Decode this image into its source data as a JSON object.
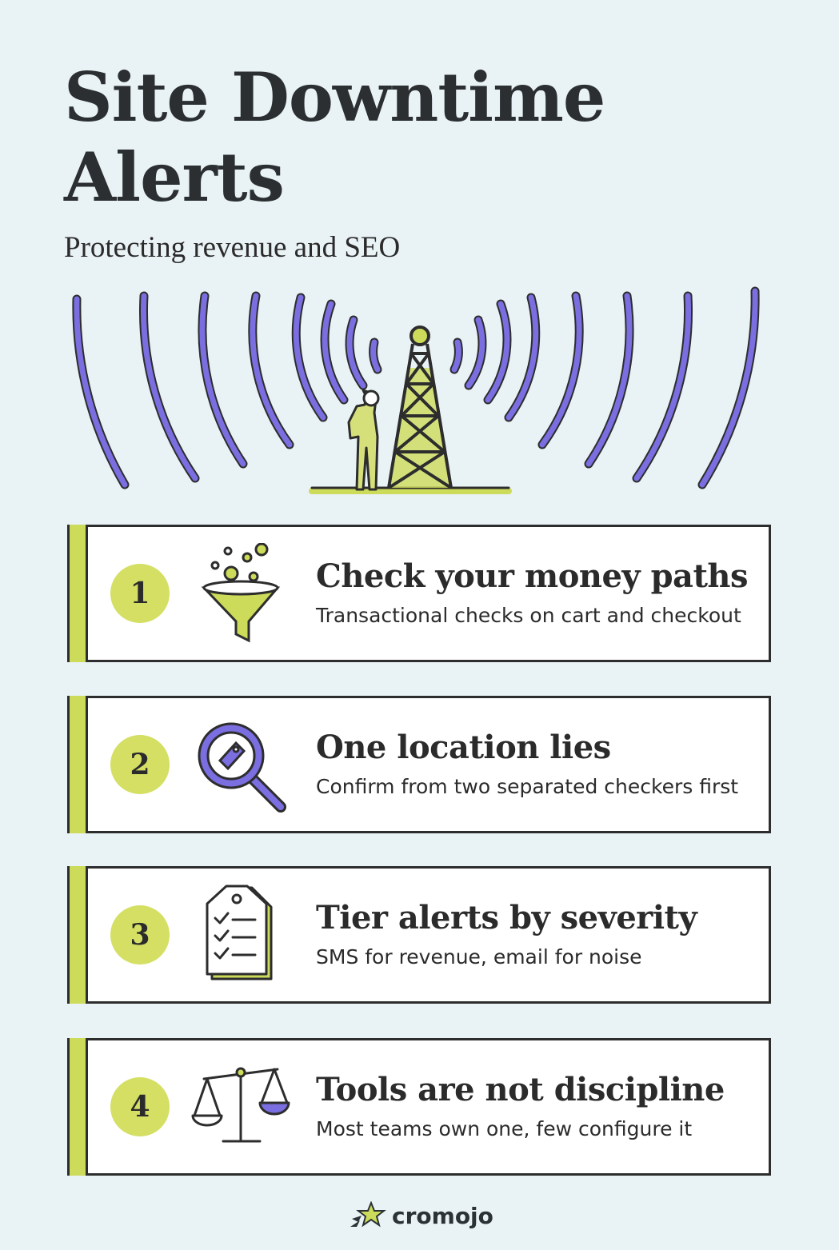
{
  "header": {
    "title": "Site Downtime\nAlerts",
    "subtitle": "Protecting revenue and SEO"
  },
  "colors": {
    "background": "#e9f2f5",
    "accent_green": "#cddb5a",
    "wave_purple": "#7a6ee0",
    "ink": "#2b2b2b"
  },
  "hero": {
    "icons": [
      "radio-waves-icon",
      "broadcast-tower-icon",
      "person-icon"
    ]
  },
  "cards": [
    {
      "number": "1",
      "icon": "funnel-icon",
      "heading": "Check your money paths",
      "description": "Transactional checks on cart and checkout"
    },
    {
      "number": "2",
      "icon": "magnifier-tag-icon",
      "heading": "One location lies",
      "description": "Confirm from two separated checkers first"
    },
    {
      "number": "3",
      "icon": "checklist-tag-icon",
      "heading": "Tier alerts by severity",
      "description": "SMS for revenue, email for noise"
    },
    {
      "number": "4",
      "icon": "balance-scale-icon",
      "heading": "Tools are not discipline",
      "description": "Most teams own one, few configure it"
    }
  ],
  "footer": {
    "brand": "cromojo",
    "logo_icon": "star-logo-icon"
  }
}
